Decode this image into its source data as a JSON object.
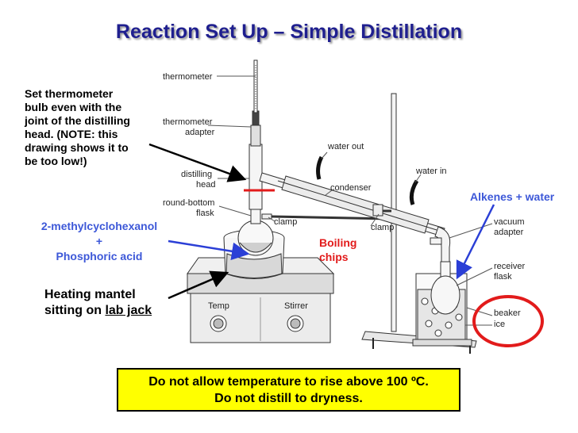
{
  "title": "Reaction Set Up – Simple Distillation",
  "labels": {
    "thermometer": "thermometer",
    "thermometer_adapter_1": "thermometer",
    "thermometer_adapter_2": "adapter",
    "water_out": "water out",
    "water_in": "water in",
    "distilling_head_1": "distilling",
    "distilling_head_2": "head",
    "condenser": "condenser",
    "rbf_1": "round-bottom",
    "rbf_2": "flask",
    "clamp_left": "clamp",
    "clamp_right": "clamp",
    "vacuum_adapter_1": "vacuum",
    "vacuum_adapter_2": "adapter",
    "receiver_flask_1": "receiver",
    "receiver_flask_2": "flask",
    "beaker": "beaker",
    "ice": "ice",
    "hotplate_left": "Temp",
    "hotplate_right": "Stirrer"
  },
  "notes": {
    "thermometer_note": [
      "Set thermometer",
      "bulb even with the",
      "joint of the distilling",
      "head. (NOTE:  this",
      "drawing shows it to",
      "be too low!)"
    ],
    "reagents_line1": "2-methylcyclohexanol",
    "reagents_line2": "+",
    "reagents_line3": "Phosphoric acid",
    "boiling_chips_1": "Boiling",
    "boiling_chips_2": "chips",
    "alkenes": "Alkenes + water",
    "mantel_line1": "Heating mantel",
    "mantel_line2_prefix": "sitting on ",
    "mantel_line2_link": "lab jack"
  },
  "warning": {
    "line1": "Do not allow temperature to rise above 100 ºC.",
    "line2": "Do not distill to dryness."
  },
  "colors": {
    "title": "#1f1f8f",
    "blue_text": "#3d58d8",
    "red_text": "#e21b1b",
    "warning_bg": "#ffff00"
  }
}
